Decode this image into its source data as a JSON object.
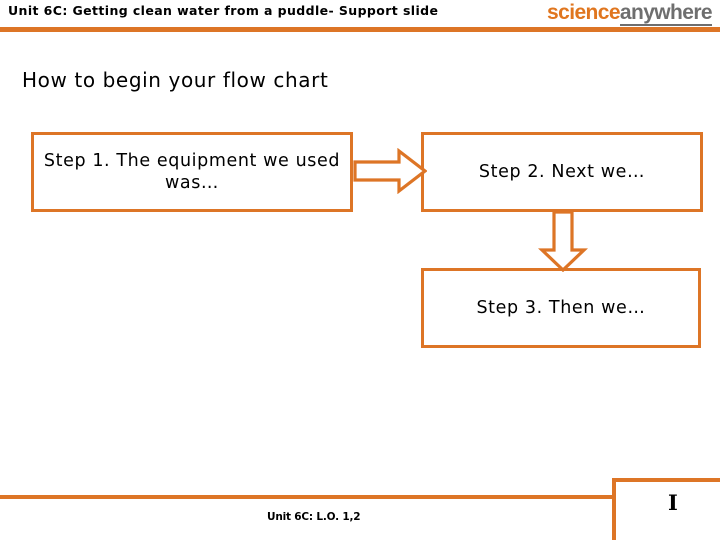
{
  "header": {
    "title": "Unit 6C: Getting clean water from a puddle- Support slide",
    "logo_primary": "science",
    "logo_secondary": "anywhere",
    "rule_color": "#DD7526"
  },
  "slide": {
    "heading": "How to begin your flow chart"
  },
  "flow_chart": {
    "border_color": "#DD7526",
    "arrow_color": "#DD7526",
    "boxes": [
      {
        "id": "step1",
        "text": "Step 1. The equipment we used was…"
      },
      {
        "id": "step2",
        "text": "Step 2. Next we…"
      },
      {
        "id": "step3",
        "text": "Step 3. Then we…"
      }
    ],
    "arrows": [
      {
        "id": "arrow-right",
        "direction": "right"
      },
      {
        "id": "arrow-down",
        "direction": "down"
      }
    ]
  },
  "footer": {
    "text": "Unit 6C: L.O. 1,2",
    "rule_color": "#DD7526",
    "caret_glyph": "I"
  }
}
